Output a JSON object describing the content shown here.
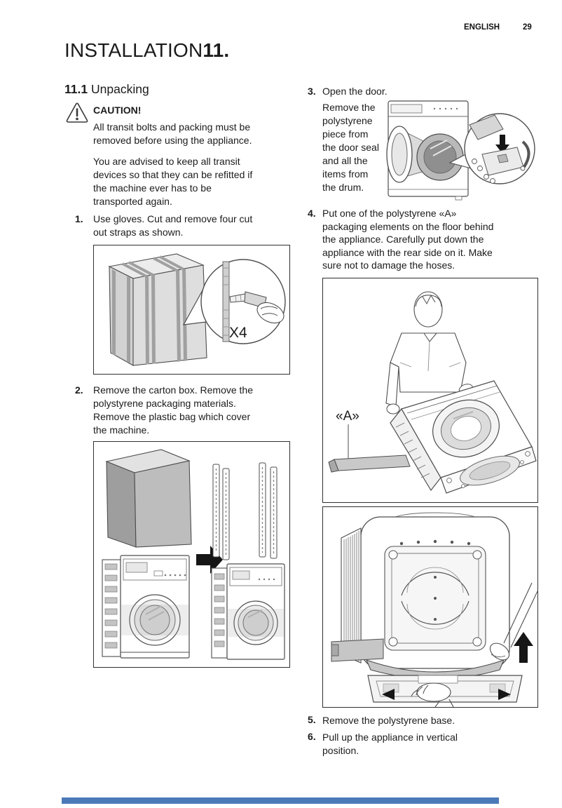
{
  "header": {
    "language": "ENGLISH",
    "page_number": "29"
  },
  "title": {
    "chapter_name": "INSTALLATION",
    "chapter_number": "11."
  },
  "section": {
    "number": "11.1",
    "name": "Unpacking"
  },
  "caution": {
    "label": "CAUTION!",
    "p1": [
      "All transit bolts and packing must be",
      "removed before using the appliance."
    ],
    "p2": [
      "You are advised to keep all transit",
      "devices so that they can be refitted if",
      "the machine ever has to be",
      "transported again."
    ]
  },
  "steps": {
    "s1": {
      "number": "1.",
      "lines": [
        "Use gloves. Cut and remove four cut",
        "out straps as shown."
      ]
    },
    "s2": {
      "number": "2.",
      "lines": [
        "Remove the carton box. Remove the",
        "polystyrene packaging materials.",
        "Remove the plastic bag which cover",
        "the machine."
      ]
    },
    "s3": {
      "number": "3.",
      "line1": "Open the door.",
      "lines": [
        "Remove the",
        "polystyrene",
        "piece from",
        "the door seal",
        "and all the",
        "items from",
        "the drum."
      ]
    },
    "s4": {
      "number": "4.",
      "lines": [
        "Put one of the polystyrene «A»",
        "packaging elements on the floor behind",
        "the appliance. Carefully put down the",
        "appliance with the rear side on it. Make",
        "sure not to damage the hoses."
      ]
    },
    "s5": {
      "number": "5.",
      "lines": [
        "Remove the polystyrene base."
      ]
    },
    "s6": {
      "number": "6.",
      "lines": [
        "Pull up the appliance in vertical",
        "position."
      ]
    }
  },
  "figures": {
    "cut_straps_count_label": "X4",
    "packaging_element_label": "«A»"
  },
  "footer": {
    "accent_color": "#4a7ab8"
  }
}
